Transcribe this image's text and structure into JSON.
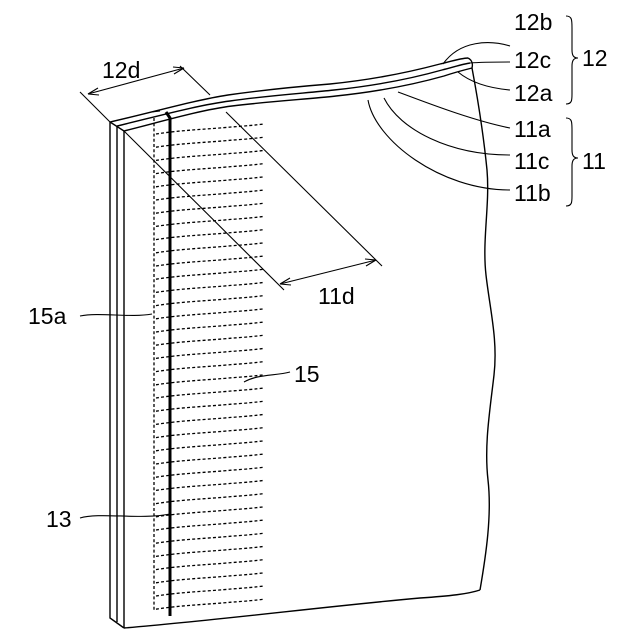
{
  "figure": {
    "labels": {
      "l12b": "12b",
      "l12c": "12c",
      "l12a": "12a",
      "l12": "12",
      "l11a": "11a",
      "l11c": "11c",
      "l11b": "11b",
      "l11": "11",
      "l12d": "12d",
      "l11d": "11d",
      "l15a": "15a",
      "l15": "15",
      "l13": "13"
    }
  }
}
